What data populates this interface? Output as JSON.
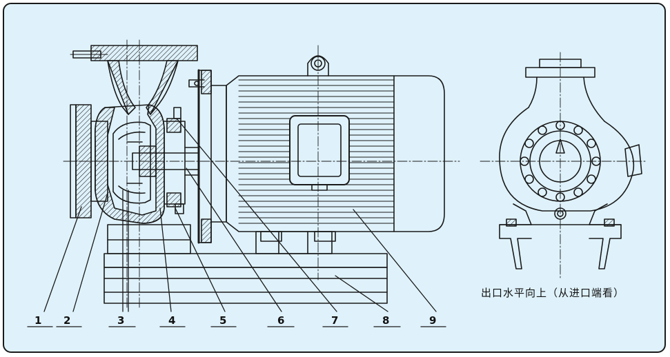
{
  "parts": [
    "1",
    "2",
    "3",
    "4",
    "5",
    "6",
    "7",
    "8",
    "9"
  ],
  "caption": "出口水平向上（从进口端看）"
}
